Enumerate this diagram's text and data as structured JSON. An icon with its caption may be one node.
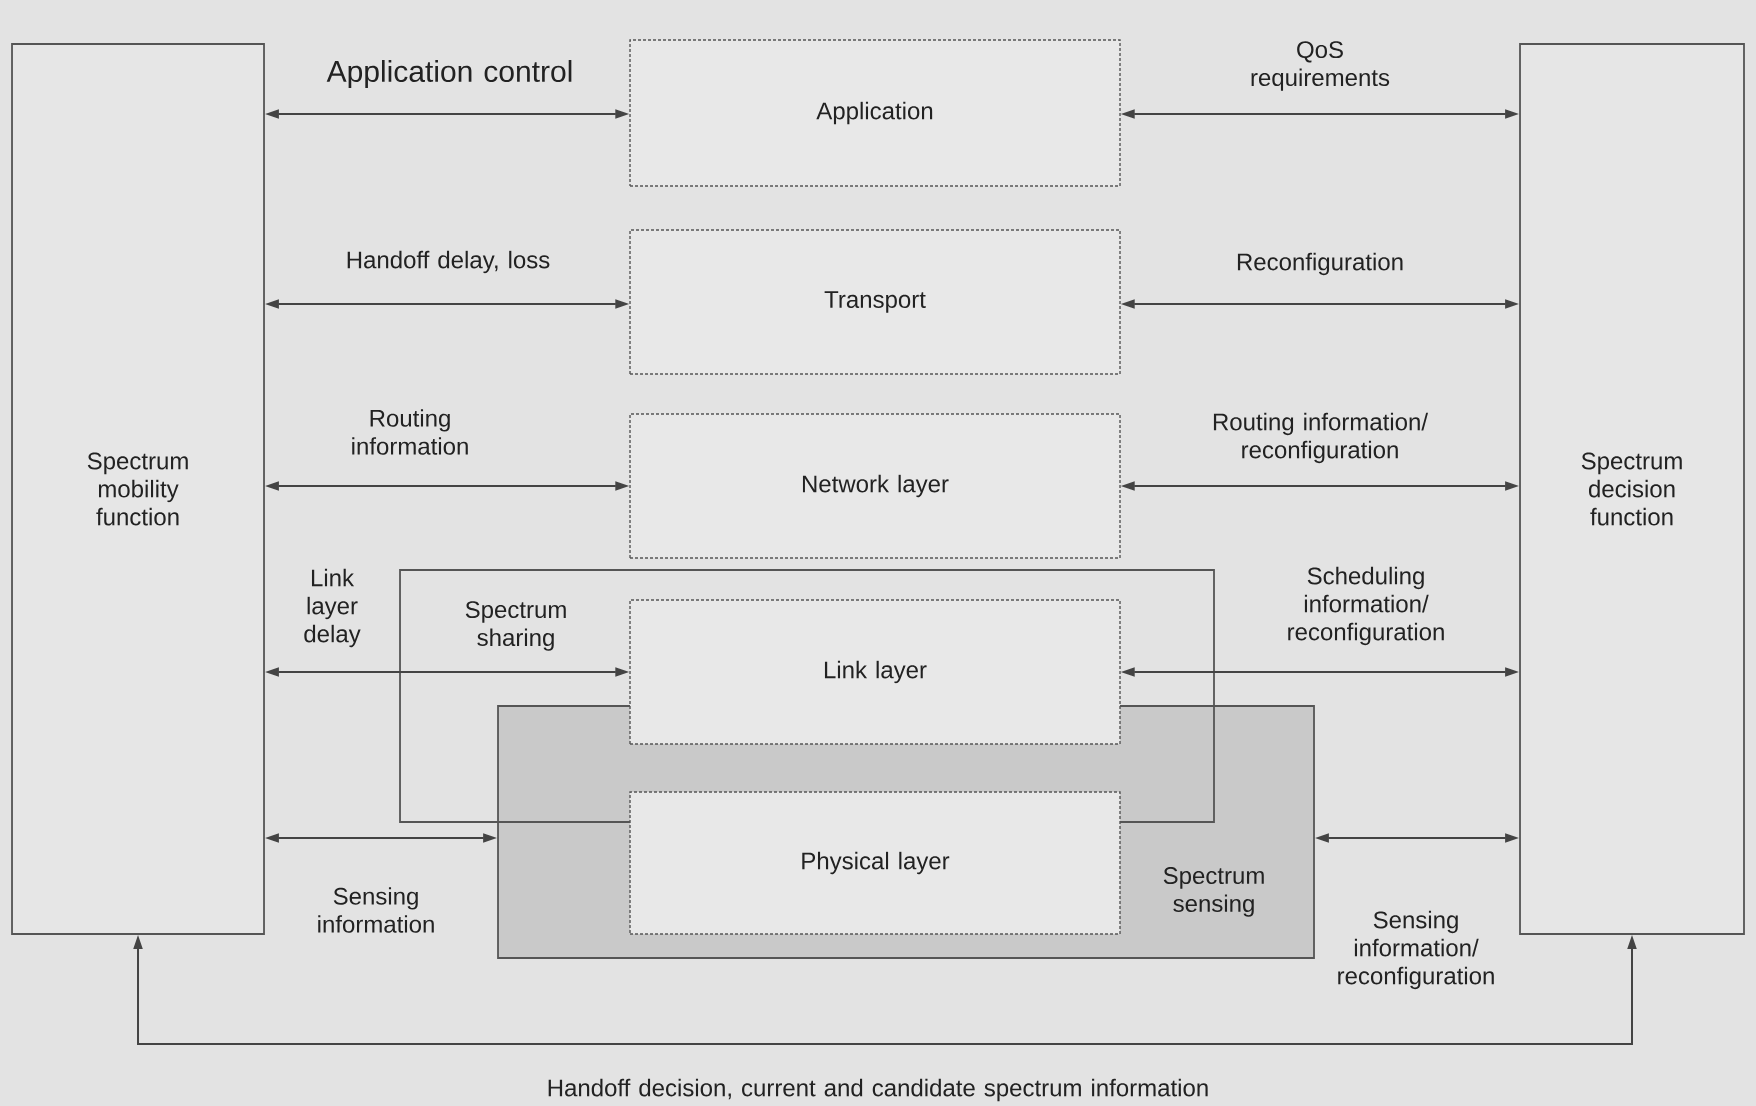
{
  "diagram": {
    "nodes": [
      {
        "text": [
          "Spectrum mobility function"
        ]
      },
      {
        "text": [
          "Application"
        ]
      },
      {
        "text": [
          "Transport"
        ]
      },
      {
        "text": [
          "Network layer"
        ]
      },
      {
        "text": [
          "Spectrum sharing"
        ]
      },
      {
        "text": [
          "Link layer"
        ],
        "in": 4
      },
      {
        "text": [
          "Spectrum sensing"
        ]
      },
      {
        "text": [
          "Physical layer"
        ],
        "in": 6
      },
      {
        "text": [
          "Spectrum decision function"
        ]
      }
    ],
    "edges": [
      {
        "from": 0,
        "to": 1,
        "arrow": "both",
        "label": "Application control"
      },
      {
        "from": 1,
        "to": 8,
        "arrow": "both",
        "label": "QoS requirements"
      },
      {
        "from": 0,
        "to": 2,
        "arrow": "both",
        "label": "Handoff delay, loss"
      },
      {
        "from": 2,
        "to": 8,
        "arrow": "both",
        "label": "Reconfiguration"
      },
      {
        "from": 0,
        "to": 3,
        "arrow": "both",
        "label": "Routing information"
      },
      {
        "from": 3,
        "to": 8,
        "arrow": "both",
        "label": "Routing information/ reconfiguration"
      },
      {
        "from": 0,
        "to": 5,
        "arrow": "both",
        "label": "Link layer delay"
      },
      {
        "from": 5,
        "to": 8,
        "arrow": "both",
        "label": "Scheduling information/ reconfiguration"
      },
      {
        "from": 0,
        "to": 6,
        "arrow": "both",
        "label": "Sensing information"
      },
      {
        "from": 6,
        "to": 8,
        "arrow": "both",
        "label": "Sensing information/ reconfiguration"
      },
      {
        "from": 8,
        "to": 0,
        "arrow": "both",
        "label": "Handoff decision, current and candidate spectrum information"
      }
    ]
  }
}
